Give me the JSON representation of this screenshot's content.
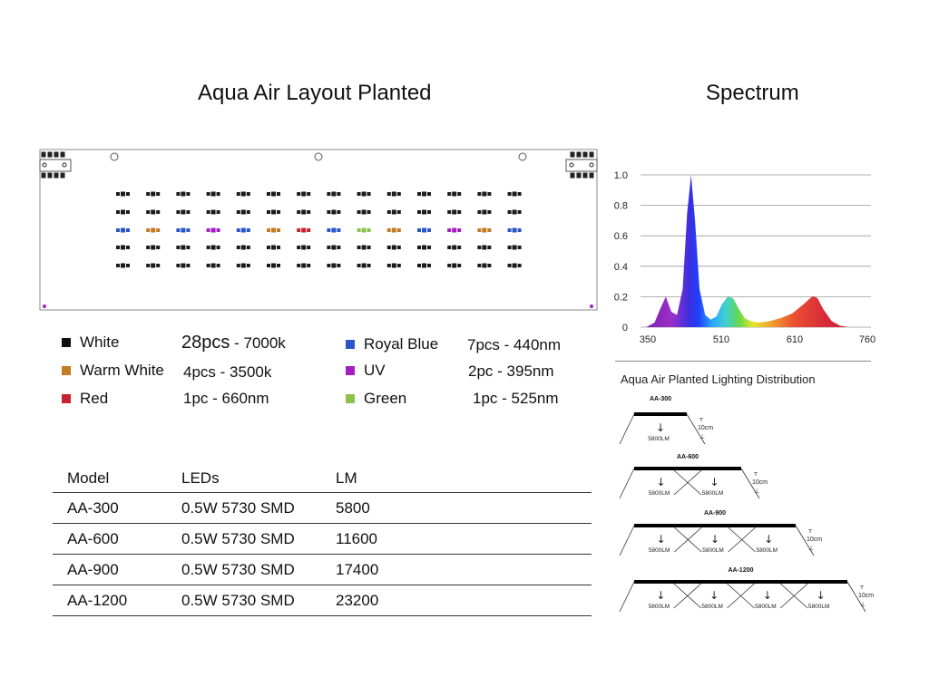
{
  "layout_title": "Aqua Air Layout Planted",
  "spectrum_title": "Spectrum",
  "legend": [
    {
      "name": "White",
      "spec_count": "28pcs",
      "spec_rest": "- 7000k",
      "color": "#111111"
    },
    {
      "name": "Warm White",
      "spec_count": "4pcs",
      "spec_rest": "- 3500k",
      "color": "#c47a22"
    },
    {
      "name": "Red",
      "spec_count": "1pc",
      "spec_rest": "- 660nm",
      "color": "#c4222e"
    },
    {
      "name": "Royal Blue",
      "spec_count": "7pcs",
      "spec_rest": "- 440nm",
      "color": "#2b56c9"
    },
    {
      "name": "UV",
      "spec_count": "2pc",
      "spec_rest": "- 395nm",
      "color": "#a41ec4"
    },
    {
      "name": "Green",
      "spec_count": "1pc",
      "spec_rest": "- 525nm",
      "color": "#8bc34a"
    }
  ],
  "led_rows": {
    "white_rows": 4,
    "columns": 14,
    "mixed_row": [
      "royal-blue",
      "warm-white",
      "royal-blue",
      "uv",
      "royal-blue",
      "warm-white",
      "red",
      "royal-blue",
      "green",
      "warm-white",
      "royal-blue",
      "uv",
      "warm-white",
      "royal-blue"
    ],
    "colors": {
      "white": "#1a1a1a",
      "royal-blue": "#2b56c9",
      "warm-white": "#c47a22",
      "uv": "#a41ec4",
      "red": "#c4222e",
      "green": "#8bc34a"
    }
  },
  "table": {
    "headers": [
      "Model",
      "LEDs",
      "LM"
    ],
    "rows": [
      [
        "AA-300",
        "0.5W 5730 SMD",
        "5800"
      ],
      [
        "AA-600",
        "0.5W 5730 SMD",
        "11600"
      ],
      [
        "AA-900",
        "0.5W 5730 SMD",
        "17400"
      ],
      [
        "AA-1200",
        "0.5W 5730 SMD",
        "23200"
      ]
    ]
  },
  "chart_data": {
    "type": "area",
    "title": "Spectrum",
    "xlabel": "",
    "ylabel": "",
    "x_ticks": [
      "350",
      "510",
      "610",
      "760"
    ],
    "y_ticks": [
      "1.0",
      "0.8",
      "0.6",
      "0.4",
      "0.2",
      "0"
    ],
    "xlim": [
      350,
      760
    ],
    "ylim": [
      0,
      1.0
    ],
    "grid": true,
    "series": [
      {
        "x": [
          360,
          375,
          385,
          395,
          405,
          415,
          425,
          433,
          440,
          447,
          455,
          465,
          475,
          485,
          495,
          505,
          515,
          525,
          535,
          545,
          560,
          580,
          600,
          620,
          640,
          655,
          660,
          665,
          675,
          690,
          705,
          720
        ],
        "y": [
          0.0,
          0.03,
          0.12,
          0.2,
          0.1,
          0.08,
          0.25,
          0.75,
          1.0,
          0.7,
          0.25,
          0.08,
          0.05,
          0.07,
          0.15,
          0.2,
          0.19,
          0.12,
          0.06,
          0.04,
          0.03,
          0.04,
          0.06,
          0.09,
          0.15,
          0.2,
          0.2,
          0.19,
          0.12,
          0.04,
          0.01,
          0.0
        ]
      }
    ]
  },
  "distribution": {
    "title": "Aqua Air Planted Lighting Distribution",
    "height_label": "10cm",
    "lumen_label": "5800LM",
    "fixtures": [
      {
        "model": "AA-300",
        "units": 1
      },
      {
        "model": "AA-600",
        "units": 2
      },
      {
        "model": "AA-900",
        "units": 3
      },
      {
        "model": "AA-1200",
        "units": 4
      }
    ]
  }
}
